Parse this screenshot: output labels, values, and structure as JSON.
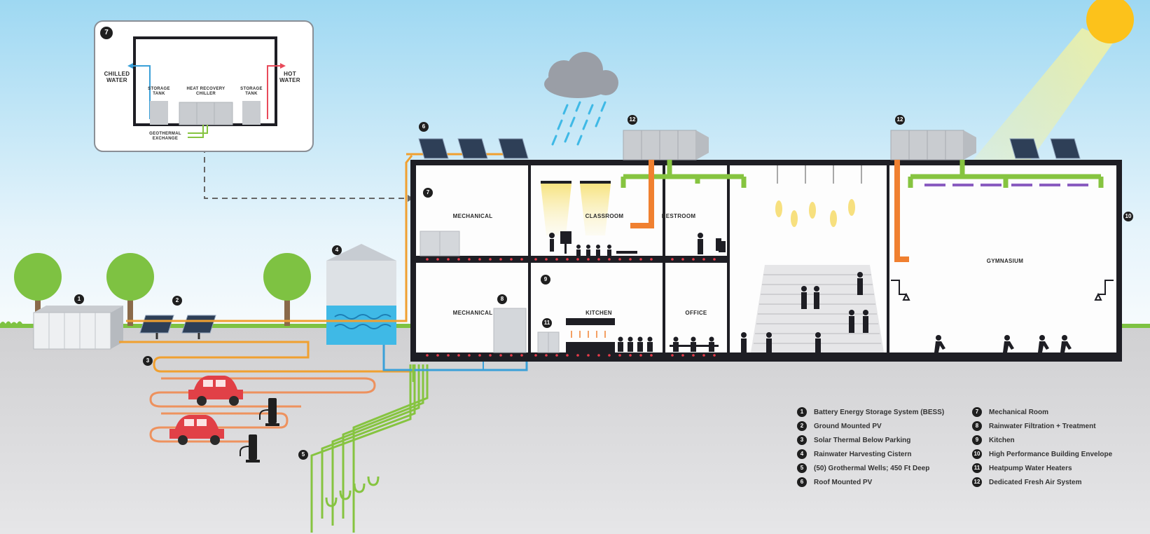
{
  "colors": {
    "sky_top": "#9ed8f2",
    "sky_bottom": "#f4fafd",
    "ground": "#d8d8da",
    "grass": "#7ec242",
    "building_outline": "#1e1e24",
    "pipe_orange": "#f0a030",
    "pipe_blue": "#3aa0d8",
    "pipe_green": "#86c440",
    "duct_orange": "#f08030",
    "duct_green": "#86c440",
    "floor_dots": "#e83a4a",
    "car": "#e14047",
    "sun": "#fcc21b",
    "water": "#3fb9e6"
  },
  "inset": {
    "badge": "7",
    "chilled_water": "CHILLED\nWATER",
    "hot_water": "HOT\nWATER",
    "storage_tank_left": "STORAGE\nTANK",
    "heat_recovery_chiller": "HEAT RECOVERY\nCHILLER",
    "storage_tank_right": "STORAGE\nTANK",
    "geothermal_exchange": "GEOTHERMAL\nEXCHANGE"
  },
  "rooms": {
    "mechanical_upper": "MECHANICAL",
    "classroom": "CLASSROOM",
    "restroom": "RESTROOM",
    "mechanical_lower": "MECHANICAL",
    "kitchen": "KITCHEN",
    "office": "OFFICE",
    "gymnasium": "GYMNASIUM"
  },
  "badges": {
    "b1": "1",
    "b2": "2",
    "b3": "3",
    "b4": "4",
    "b5": "5",
    "b6": "6",
    "b7": "7",
    "b8": "8",
    "b9": "9",
    "b10": "10",
    "b11": "11",
    "b12a": "12",
    "b12b": "12"
  },
  "legend": [
    {
      "num": "1",
      "text": "Battery Energy Storage System (BESS)"
    },
    {
      "num": "2",
      "text": "Ground Mounted PV"
    },
    {
      "num": "3",
      "text": "Solar Thermal Below Parking"
    },
    {
      "num": "4",
      "text": "Rainwater Harvesting Cistern"
    },
    {
      "num": "5",
      "text": "(50) Grothermal Wells; 450 Ft Deep"
    },
    {
      "num": "6",
      "text": "Roof Mounted PV"
    },
    {
      "num": "7",
      "text": "Mechanical Room"
    },
    {
      "num": "8",
      "text": "Rainwater Filtration + Treatment"
    },
    {
      "num": "9",
      "text": "Kitchen"
    },
    {
      "num": "10",
      "text": "High Performance Building Envelope"
    },
    {
      "num": "11",
      "text": "Heatpump Water Heaters"
    },
    {
      "num": "12",
      "text": "Dedicated Fresh Air System"
    }
  ]
}
